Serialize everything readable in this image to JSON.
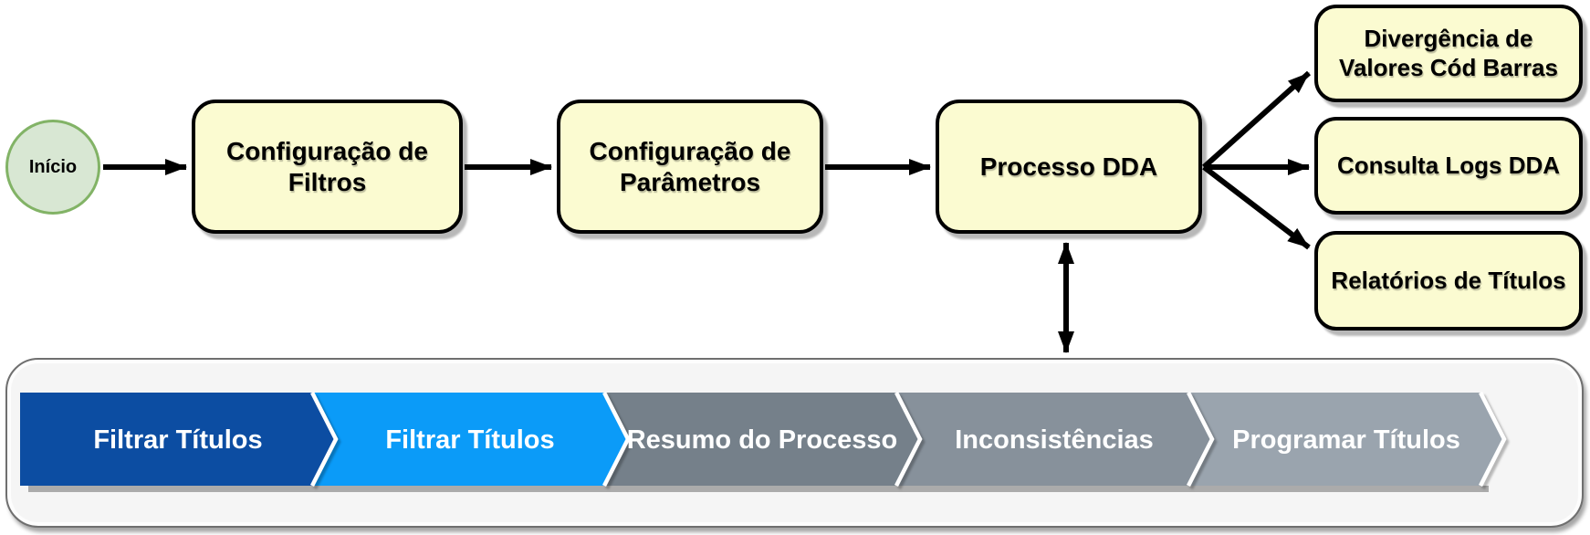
{
  "diagram": {
    "start": {
      "label": "Início"
    },
    "main_steps": [
      {
        "label": "Configuração de Filtros"
      },
      {
        "label": "Configuração de Parâmetros"
      },
      {
        "label": "Processo DDA"
      }
    ],
    "branches": [
      {
        "label": "Divergência de Valores Cód Barras"
      },
      {
        "label": "Consulta Logs DDA"
      },
      {
        "label": "Relatórios de Títulos"
      }
    ],
    "colors": {
      "node_fill": "#FBFBD1",
      "node_border": "#000000",
      "start_fill": "#D8E7D3",
      "start_border": "#82B366",
      "arrow": "#000000"
    }
  },
  "wizard_bar": {
    "steps": [
      {
        "label": "Filtrar Títulos",
        "color": "#0C4DA2"
      },
      {
        "label": "Filtrar Títulos",
        "color": "#0B9BF8"
      },
      {
        "label": "Resumo do Processo",
        "color": "#75808A"
      },
      {
        "label": "Inconsistências",
        "color": "#87919B"
      },
      {
        "label": "Programar Títulos",
        "color": "#9AA4AE"
      }
    ],
    "panel_fill": "#F5F5F5",
    "panel_border": "#6E6E6E",
    "label_color": "#FFFFFF"
  }
}
